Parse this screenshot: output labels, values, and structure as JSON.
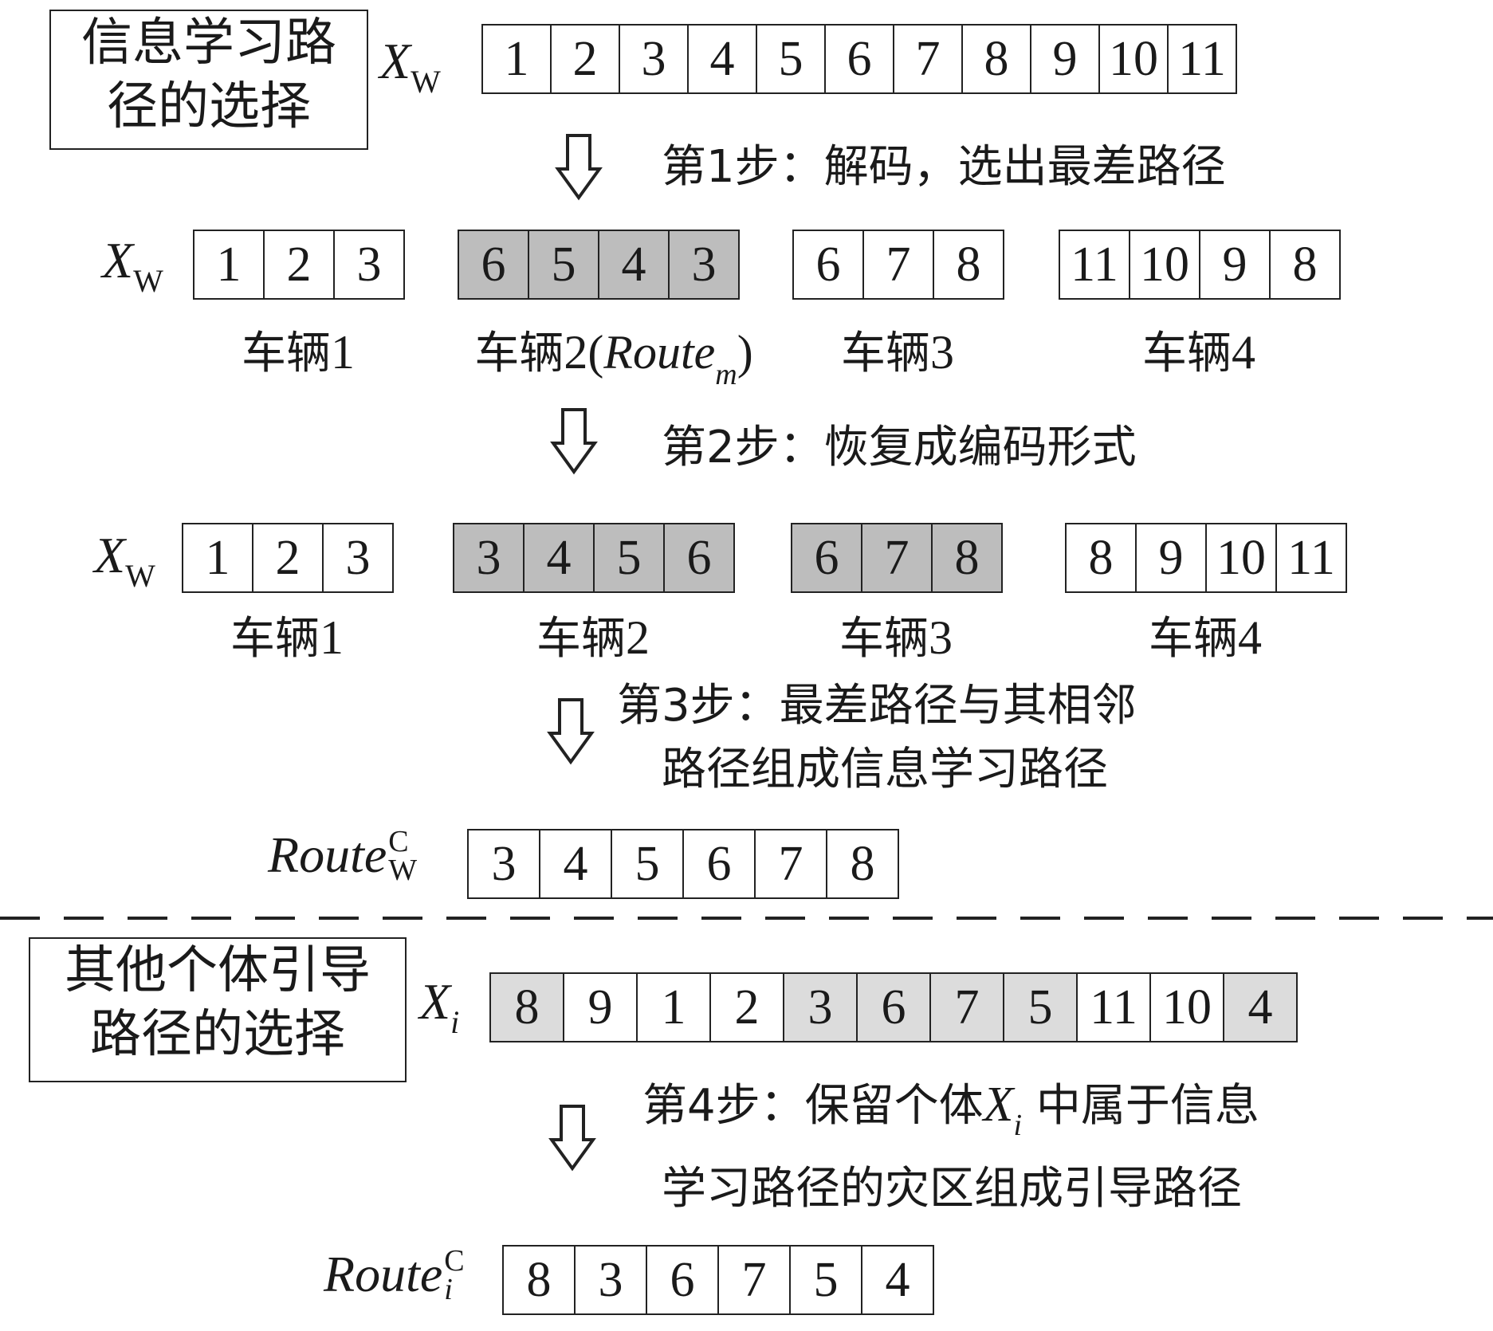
{
  "boxes": {
    "info_path_selection": [
      "信息学习路",
      "径的选择"
    ],
    "guide_path_selection": [
      "其他个体引导",
      "路径的选择"
    ]
  },
  "vars": {
    "xw": {
      "main": "X",
      "sub": "W"
    },
    "xi": {
      "main": "X",
      "sub": "i"
    },
    "route_w": {
      "main": "Route",
      "sup": "C",
      "sub": "W"
    },
    "route_i": {
      "main": "Route",
      "sup": "C",
      "sub": "i"
    }
  },
  "rows": {
    "xw_full": [
      "1",
      "2",
      "3",
      "4",
      "5",
      "6",
      "7",
      "8",
      "9",
      "10",
      "11"
    ],
    "decoded": [
      {
        "vehicle": "车辆",
        "num": "1",
        "cells": [
          "1",
          "2",
          "3"
        ],
        "shade": "none"
      },
      {
        "vehicle": "车辆",
        "num": "2",
        "route": "Route",
        "route_sub": "m",
        "open": "(",
        "close": ")",
        "cells": [
          "6",
          "5",
          "4",
          "3"
        ],
        "shade": "dark"
      },
      {
        "vehicle": "车辆",
        "num": "3",
        "cells": [
          "6",
          "7",
          "8"
        ],
        "shade": "none"
      },
      {
        "vehicle": "车辆",
        "num": "4",
        "cells": [
          "11",
          "10",
          "9",
          "8"
        ],
        "shade": "none"
      }
    ],
    "encoded": [
      {
        "vehicle": "车辆",
        "num": "1",
        "cells": [
          "1",
          "2",
          "3"
        ],
        "shade": "none"
      },
      {
        "vehicle": "车辆",
        "num": "2",
        "cells": [
          "3",
          "4",
          "5",
          "6"
        ],
        "shade": "dark"
      },
      {
        "vehicle": "车辆",
        "num": "3",
        "cells": [
          "6",
          "7",
          "8"
        ],
        "shade": "dark"
      },
      {
        "vehicle": "车辆",
        "num": "4",
        "cells": [
          "8",
          "9",
          "10",
          "11"
        ],
        "shade": "none"
      }
    ],
    "route_w": [
      "3",
      "4",
      "5",
      "6",
      "7",
      "8"
    ],
    "xi": [
      {
        "v": "8",
        "shade": "light"
      },
      {
        "v": "9",
        "shade": "none"
      },
      {
        "v": "1",
        "shade": "none"
      },
      {
        "v": "2",
        "shade": "none"
      },
      {
        "v": "3",
        "shade": "light"
      },
      {
        "v": "6",
        "shade": "light"
      },
      {
        "v": "7",
        "shade": "light"
      },
      {
        "v": "5",
        "shade": "light"
      },
      {
        "v": "11",
        "shade": "none"
      },
      {
        "v": "10",
        "shade": "none"
      },
      {
        "v": "4",
        "shade": "light"
      }
    ],
    "route_i": [
      "8",
      "3",
      "6",
      "7",
      "5",
      "4"
    ]
  },
  "steps": {
    "s1": "第1步：解码，选出最差路径",
    "s2": "第2步：恢复成编码形式",
    "s3": [
      "第3步：最差路径与其相邻",
      "路径组成信息学习路径"
    ],
    "s4_a": "第4步：保留个体",
    "s4_x": "X",
    "s4_xsub": "i",
    "s4_b": " 中属于信息",
    "s4_line2": "学习路径的灾区组成引导路径"
  },
  "colors": {
    "dark_cell": "#bdbdbd",
    "light_cell": "#dcdcdc",
    "border": "#222222"
  }
}
